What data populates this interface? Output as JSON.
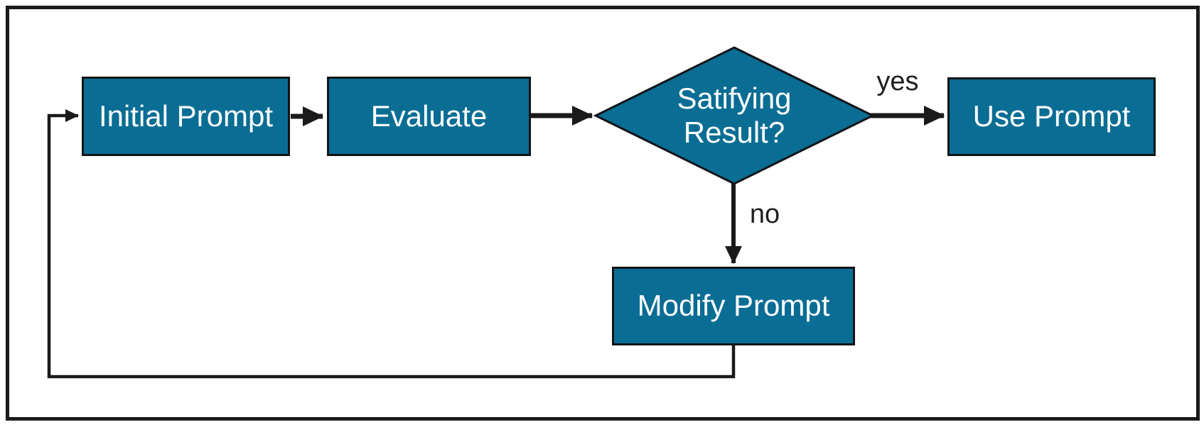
{
  "colors": {
    "background": "#ffffff",
    "node_fill": "#0a6d94",
    "node_border": "#111518",
    "node_text": "#ffffff",
    "line": "#1a1a1a",
    "label_text": "#1f1f1f"
  },
  "diagram": {
    "nodes": {
      "initial_prompt": {
        "label": "Initial Prompt",
        "type": "process"
      },
      "evaluate": {
        "label": "Evaluate",
        "type": "process"
      },
      "decision": {
        "label": "Satifying Result?",
        "type": "decision"
      },
      "use_prompt": {
        "label": "Use Prompt",
        "type": "process"
      },
      "modify_prompt": {
        "label": "Modify Prompt",
        "type": "process"
      }
    },
    "edges": [
      {
        "from": "initial_prompt",
        "to": "evaluate",
        "label": ""
      },
      {
        "from": "evaluate",
        "to": "decision",
        "label": ""
      },
      {
        "from": "decision",
        "to": "use_prompt",
        "label": "yes"
      },
      {
        "from": "decision",
        "to": "modify_prompt",
        "label": "no"
      },
      {
        "from": "modify_prompt",
        "to": "initial_prompt",
        "label": ""
      }
    ]
  }
}
